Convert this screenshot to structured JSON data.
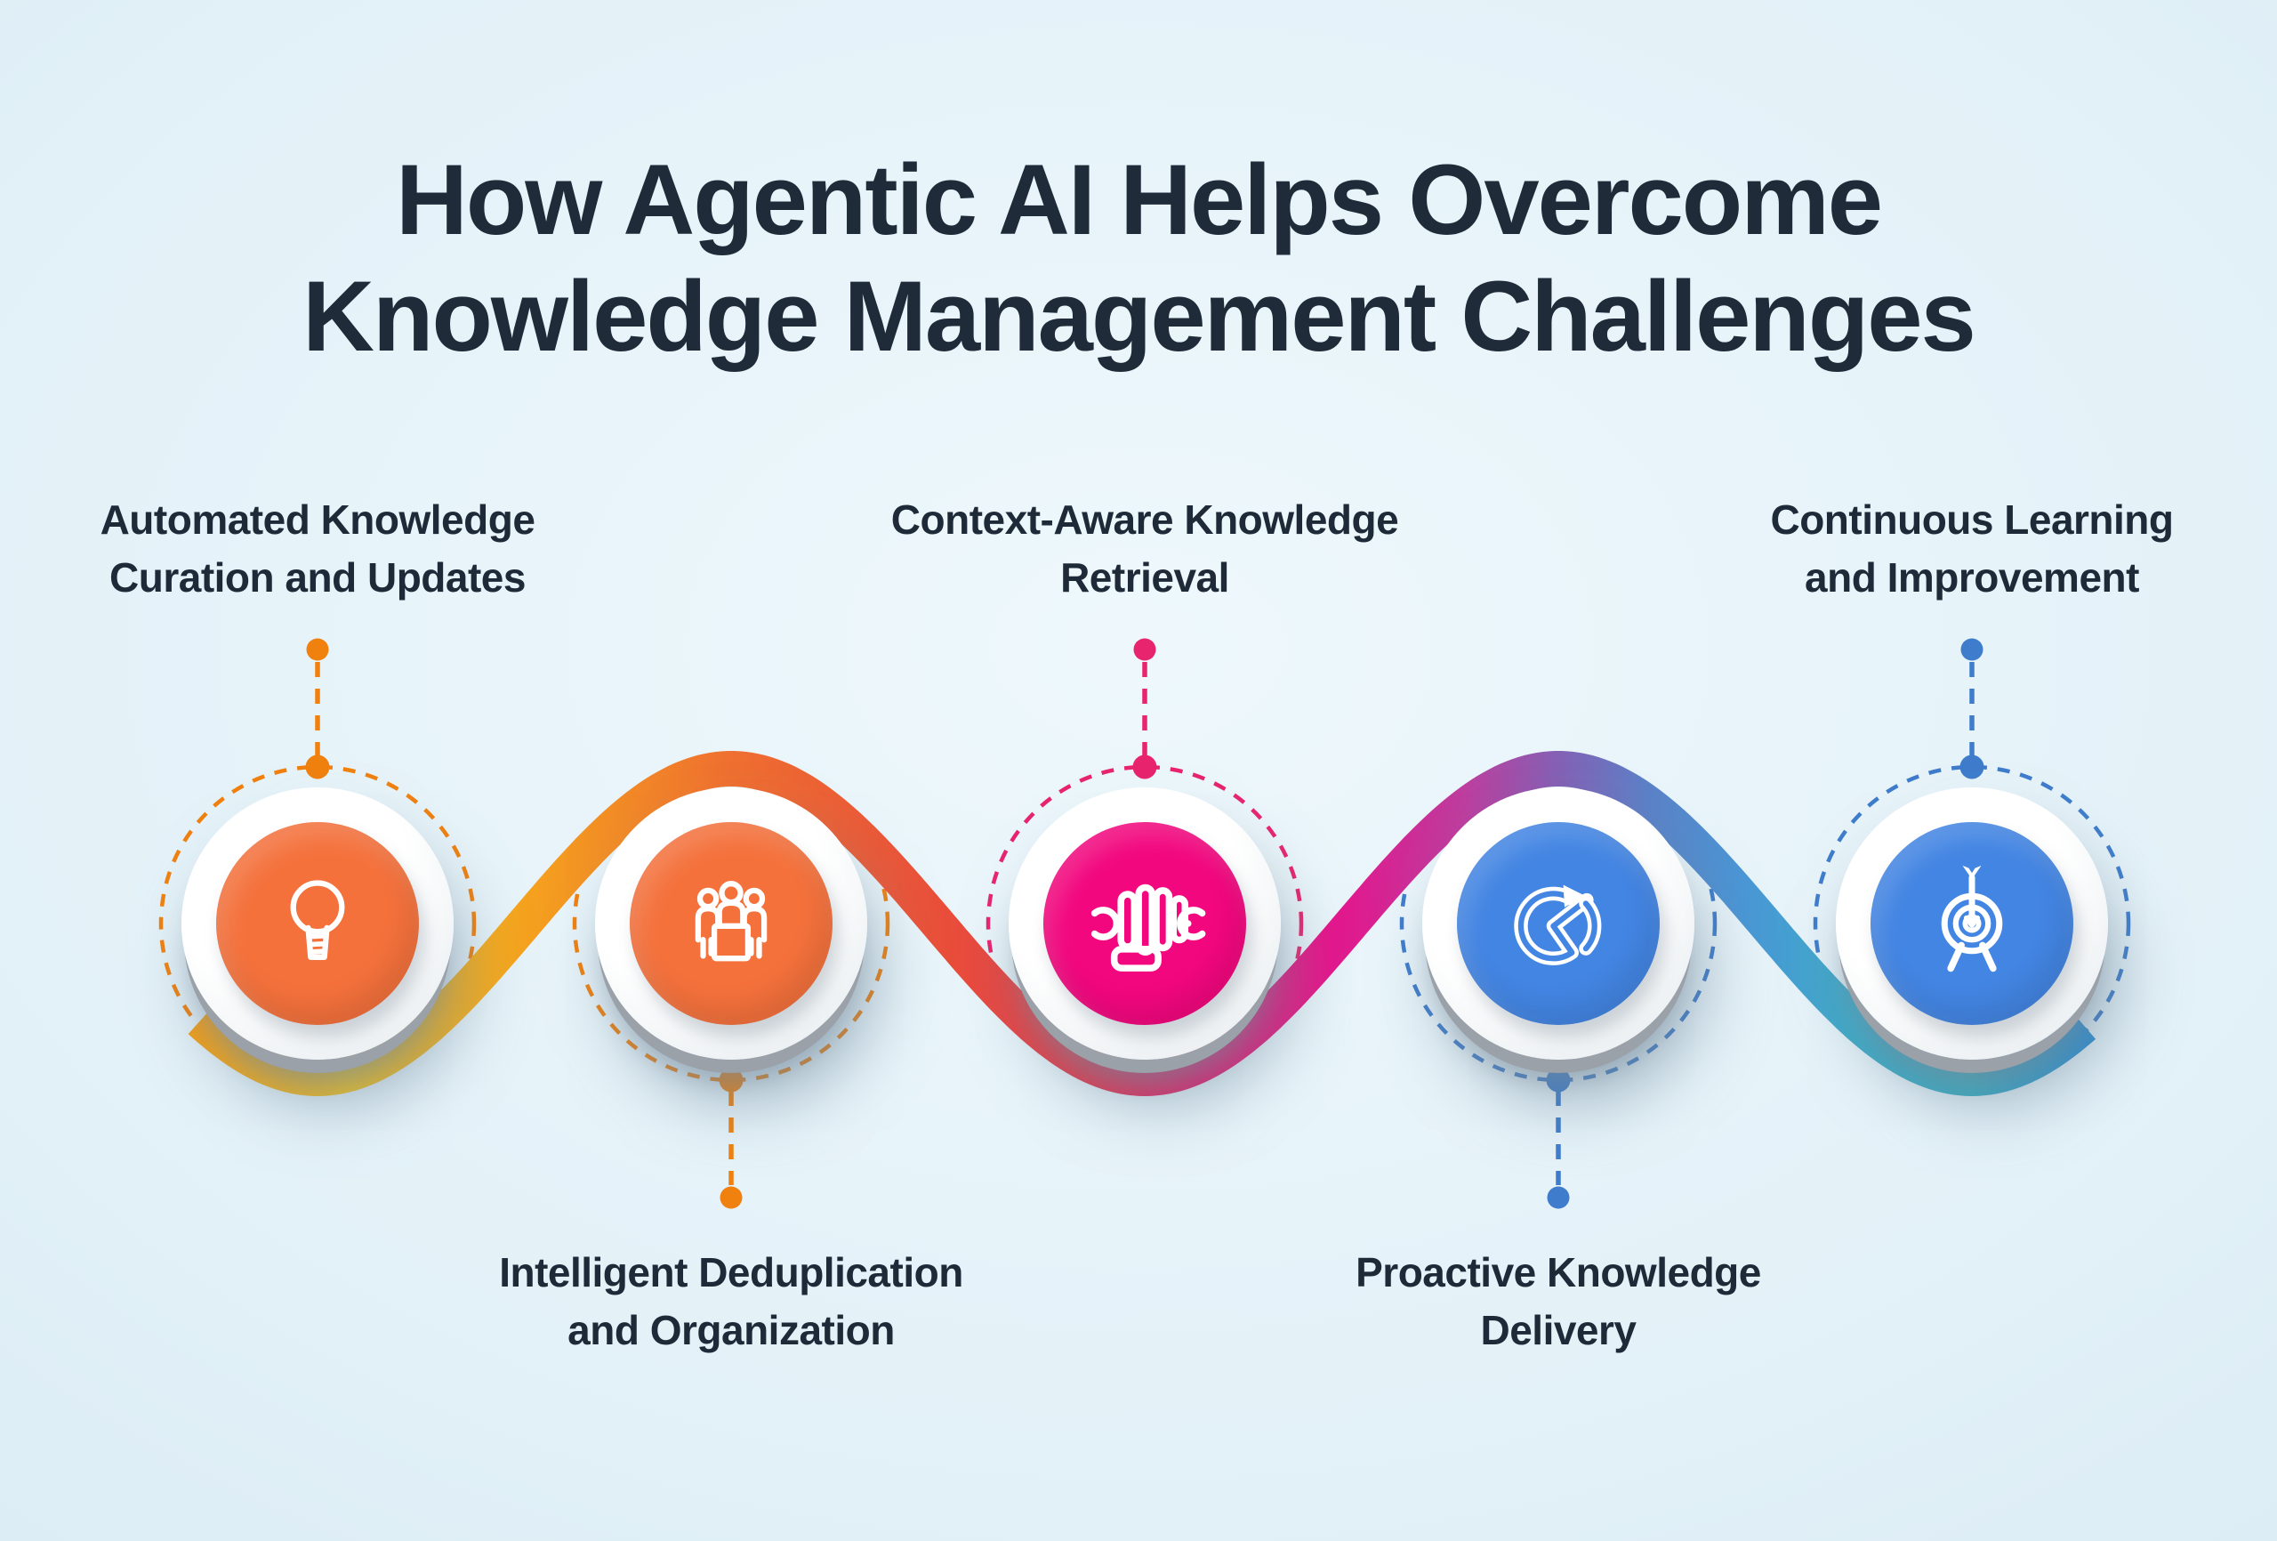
{
  "title": {
    "line1": "How Agentic AI Helps Overcome",
    "line2": "Knowledge Management Challenges"
  },
  "colors": {
    "background": "#e3f1f8",
    "title_text": "#202b39",
    "label_text": "#1e2a38",
    "circle_shadow": "#9aa1a9",
    "icon_stroke": "#ffffff"
  },
  "ribbon": {
    "stops": [
      {
        "o": 0.0,
        "c": "#F5A017"
      },
      {
        "o": 0.08,
        "c": "#F8C51C"
      },
      {
        "o": 0.16,
        "c": "#F6A81C"
      },
      {
        "o": 0.28,
        "c": "#EF7030"
      },
      {
        "o": 0.4,
        "c": "#E94D3B"
      },
      {
        "o": 0.47,
        "c": "#E7394E"
      },
      {
        "o": 0.53,
        "c": "#EB1A6B"
      },
      {
        "o": 0.6,
        "c": "#E6148C"
      },
      {
        "o": 0.67,
        "c": "#BE3D9E"
      },
      {
        "o": 0.72,
        "c": "#8560B4"
      },
      {
        "o": 0.77,
        "c": "#5B82C8"
      },
      {
        "o": 0.82,
        "c": "#4A97D6"
      },
      {
        "o": 0.875,
        "c": "#3FACCA"
      },
      {
        "o": 0.94,
        "c": "#38B1C4"
      },
      {
        "o": 1.0,
        "c": "#2E90D2"
      }
    ]
  },
  "nodes": [
    {
      "label_line1": "Automated Knowledge",
      "label_line2": "Curation and Updates",
      "icon": "lightbulb-icon",
      "circle_color": "#F4713C",
      "accent_color": "#F0810F",
      "label_position": "above"
    },
    {
      "label_line1": "Intelligent Deduplication",
      "label_line2": "and Organization",
      "icon": "team-icon",
      "circle_color": "#F4713C",
      "accent_color": "#F0810F",
      "label_position": "below"
    },
    {
      "label_line1": "Context-Aware Knowledge",
      "label_line2": "Retrieval",
      "icon": "wrench-icon",
      "circle_color": "#F2077E",
      "accent_color": "#E8246E",
      "label_position": "above"
    },
    {
      "label_line1": "Proactive Knowledge",
      "label_line2": "Delivery",
      "icon": "pie-chart-icon",
      "circle_color": "#4385E3",
      "accent_color": "#3F7DCC",
      "label_position": "below"
    },
    {
      "label_line1": "Continuous Learning",
      "label_line2": "and Improvement",
      "icon": "target-icon",
      "circle_color": "#4385E3",
      "accent_color": "#3F7DCC",
      "label_position": "above"
    }
  ]
}
